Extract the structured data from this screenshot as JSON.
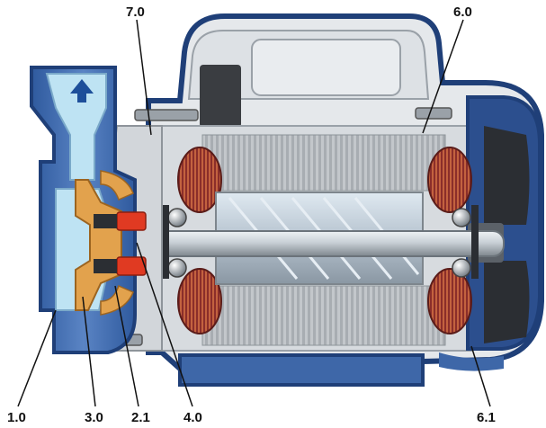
{
  "figure": {
    "callouts": {
      "c1_0": "1.0",
      "c3_0": "3.0",
      "c2_1": "2.1",
      "c4_0": "4.0",
      "c6_1": "6.1",
      "c6_0": "6.0",
      "c7_0": "7.0"
    },
    "parts": [
      "pump-body",
      "impeller",
      "mechanical-seal",
      "motor-shaft",
      "motor-casing",
      "fan-cover",
      "motor-bracket"
    ],
    "colors": {
      "casing_blue": "#3E67A8",
      "casing_dark": "#1F3F78",
      "water_light": "#BEE3F3",
      "impeller_brass": "#E2A24D",
      "seal_red": "#E03A22",
      "stator_gray": "#B9BDC2",
      "winding_copper": "#8B2E2A",
      "shaft_steel": "#C9D0D6"
    }
  }
}
